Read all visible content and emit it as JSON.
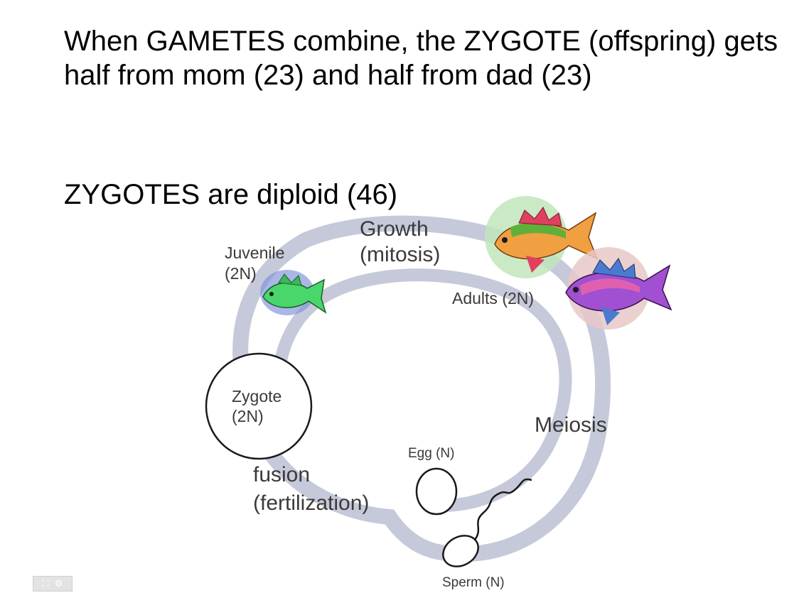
{
  "slide": {
    "heading": "When GAMETES combine, the ZYGOTE (offspring) gets half from mom (23) and half from dad (23)",
    "subheading": "ZYGOTES are diploid  (46)"
  },
  "diagram": {
    "growth_label": [
      "Growth",
      "(mitosis)"
    ],
    "juvenile_label": [
      "Juvenile",
      "(2N)"
    ],
    "adults_label": "Adults (2N)",
    "zygote_label": [
      "Zygote",
      "(2N)"
    ],
    "meiosis_label": "Meiosis",
    "egg_label": "Egg (N)",
    "fusion_label": [
      "fusion",
      "(fertilization)"
    ],
    "sperm_label": "Sperm (N)",
    "colors": {
      "cycle_ring": "#c6c9d9",
      "outline": "#1a1a1a",
      "juvenile_fish": "#49d66a",
      "adult_fish_1": "#f0a040",
      "adult_fish_2": "#a050d0"
    }
  },
  "toolbar": {
    "icons": [
      "fullscreen-icon",
      "settings-icon"
    ]
  }
}
